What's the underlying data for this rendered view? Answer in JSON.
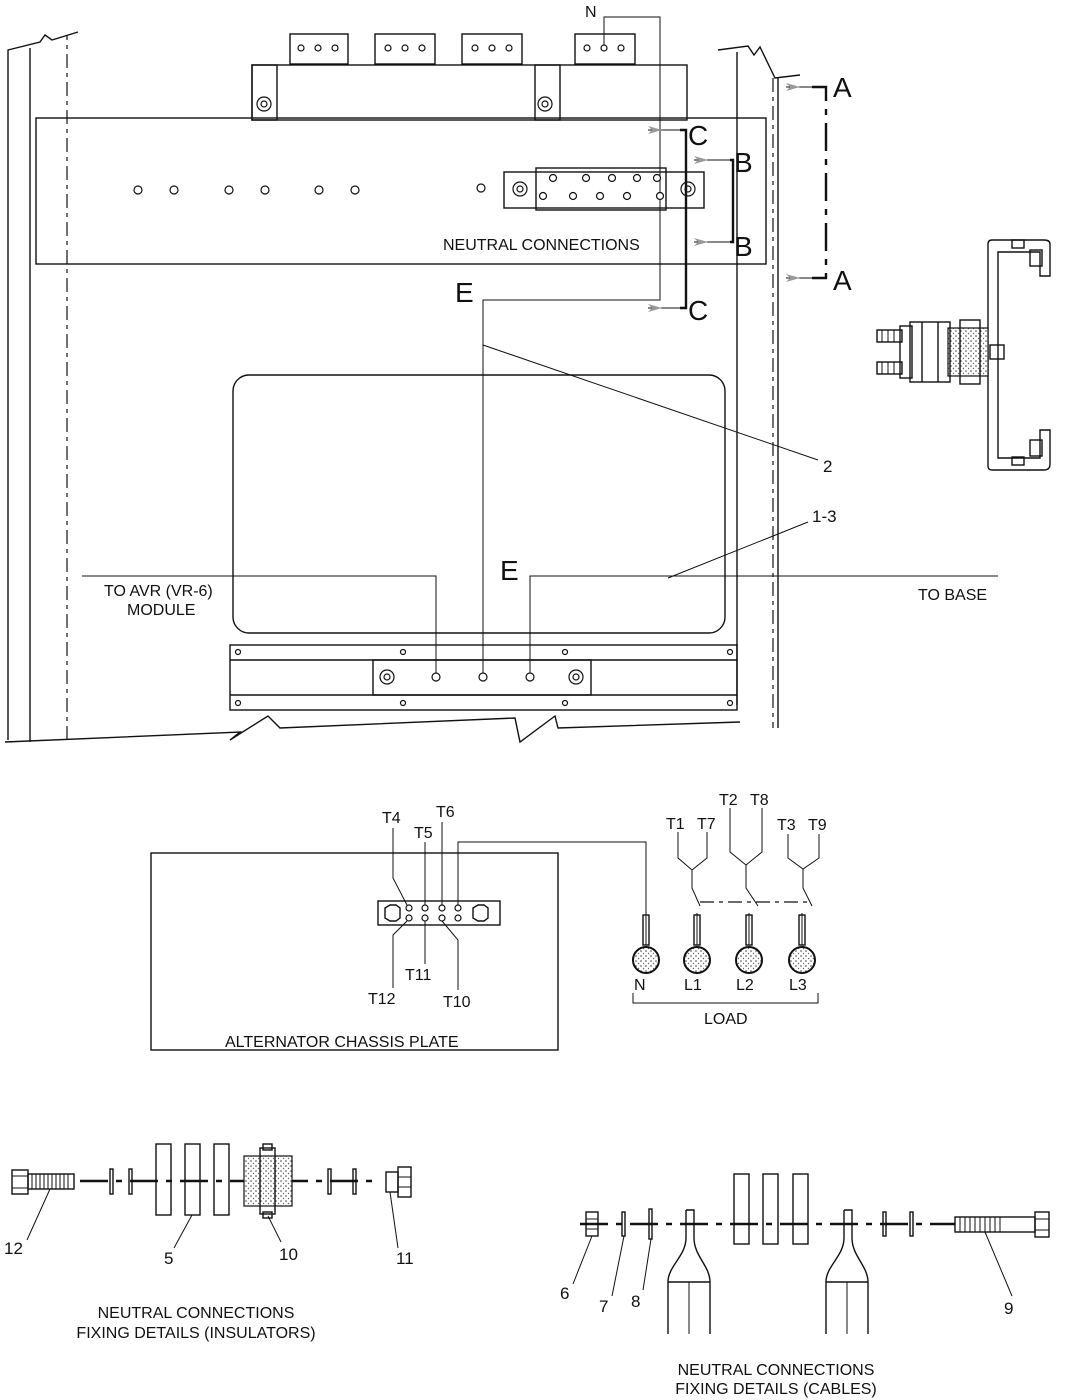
{
  "top_view": {
    "neutral_connections": "NEUTRAL CONNECTIONS",
    "n_label": "N",
    "to_avr": [
      "TO AVR (VR-6)",
      "MODULE"
    ],
    "to_base": "TO BASE",
    "section_letters": {
      "a": "A",
      "b": "B",
      "c": "C",
      "e": "E"
    },
    "callouts": {
      "item2": "2",
      "item1_3": "1-3"
    }
  },
  "wiring": {
    "terminals_top": [
      "T4",
      "T5",
      "T6"
    ],
    "terminals_bottom": [
      "T12",
      "T11",
      "T10"
    ],
    "load_groups": [
      [
        "T1",
        "T7"
      ],
      [
        "T2",
        "T8"
      ],
      [
        "T3",
        "T9"
      ]
    ],
    "outputs": [
      "N",
      "L1",
      "L2",
      "L3"
    ],
    "load": "LOAD",
    "chassis_plate": "ALTERNATOR CHASSIS PLATE"
  },
  "insulators_detail": {
    "items": [
      "12",
      "5",
      "10",
      "11"
    ],
    "caption": [
      "NEUTRAL CONNECTIONS",
      "FIXING DETAILS (INSULATORS)"
    ]
  },
  "cables_detail": {
    "items": [
      "6",
      "7",
      "8",
      "9"
    ],
    "caption": [
      "NEUTRAL CONNECTIONS",
      "FIXING DETAILS (CABLES)"
    ]
  }
}
